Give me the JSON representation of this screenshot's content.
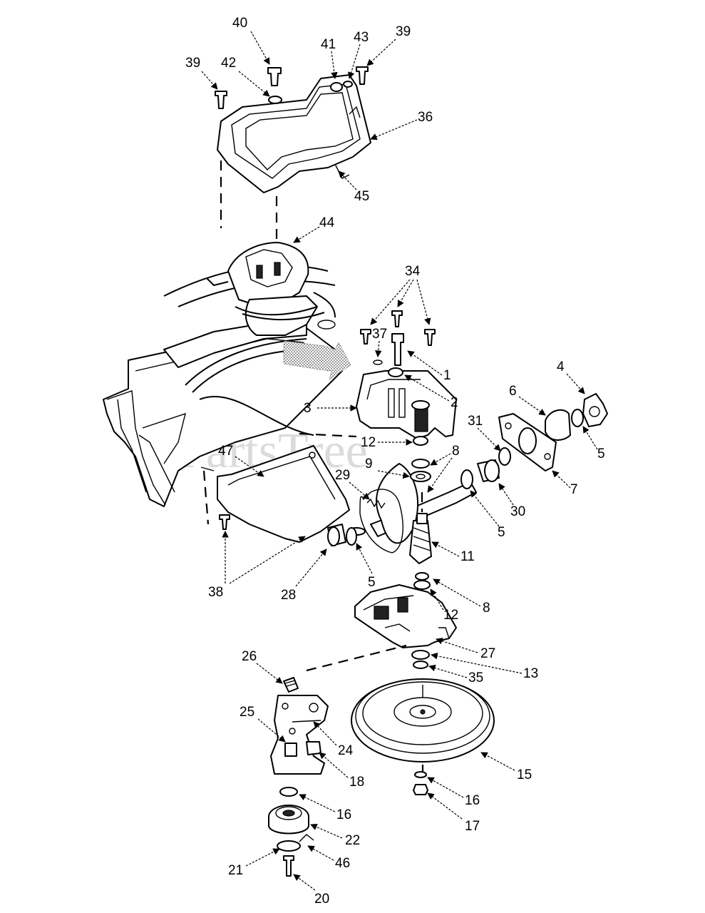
{
  "diagram": {
    "watermark": "PartsTree",
    "part_callouts": [
      {
        "id": "c40",
        "label": "40"
      },
      {
        "id": "c41",
        "label": "41"
      },
      {
        "id": "c43",
        "label": "43"
      },
      {
        "id": "c39a",
        "label": "39"
      },
      {
        "id": "c39b",
        "label": "39"
      },
      {
        "id": "c42",
        "label": "42"
      },
      {
        "id": "c36",
        "label": "36"
      },
      {
        "id": "c45",
        "label": "45"
      },
      {
        "id": "c44",
        "label": "44"
      },
      {
        "id": "c34",
        "label": "34"
      },
      {
        "id": "c37",
        "label": "37"
      },
      {
        "id": "c1",
        "label": "1"
      },
      {
        "id": "c4",
        "label": "4"
      },
      {
        "id": "c6",
        "label": "6"
      },
      {
        "id": "c2",
        "label": "2"
      },
      {
        "id": "c3",
        "label": "3"
      },
      {
        "id": "c31",
        "label": "31"
      },
      {
        "id": "c5a",
        "label": "5"
      },
      {
        "id": "c12a",
        "label": "12"
      },
      {
        "id": "c8a",
        "label": "8"
      },
      {
        "id": "c47",
        "label": "47"
      },
      {
        "id": "c9",
        "label": "9"
      },
      {
        "id": "c7",
        "label": "7"
      },
      {
        "id": "c29",
        "label": "29"
      },
      {
        "id": "c30",
        "label": "30"
      },
      {
        "id": "c5b",
        "label": "5"
      },
      {
        "id": "c11",
        "label": "11"
      },
      {
        "id": "c5c",
        "label": "5"
      },
      {
        "id": "c38",
        "label": "38"
      },
      {
        "id": "c28",
        "label": "28"
      },
      {
        "id": "c8b",
        "label": "8"
      },
      {
        "id": "c12b",
        "label": "12"
      },
      {
        "id": "c27",
        "label": "27"
      },
      {
        "id": "c13",
        "label": "13"
      },
      {
        "id": "c35",
        "label": "35"
      },
      {
        "id": "c26",
        "label": "26"
      },
      {
        "id": "c25",
        "label": "25"
      },
      {
        "id": "c24",
        "label": "24"
      },
      {
        "id": "c18",
        "label": "18"
      },
      {
        "id": "c15",
        "label": "15"
      },
      {
        "id": "c16a",
        "label": "16"
      },
      {
        "id": "c16b",
        "label": "16"
      },
      {
        "id": "c17",
        "label": "17"
      },
      {
        "id": "c22",
        "label": "22"
      },
      {
        "id": "c21",
        "label": "21"
      },
      {
        "id": "c46",
        "label": "46"
      },
      {
        "id": "c20",
        "label": "20"
      }
    ]
  }
}
